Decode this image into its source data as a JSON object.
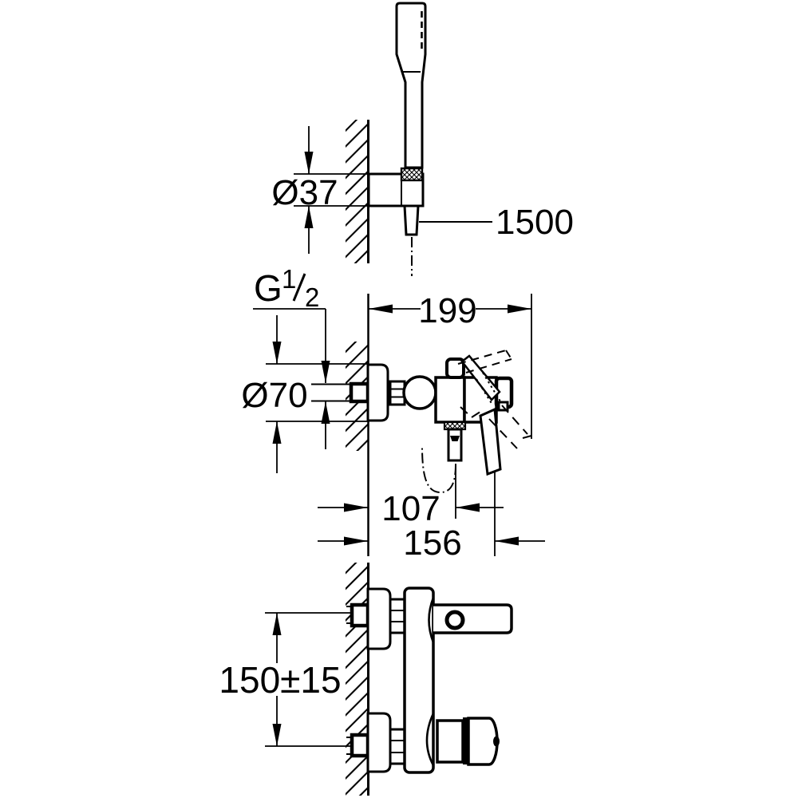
{
  "drawing": {
    "background_color": "#ffffff",
    "line_color": "#000000",
    "dimensions": {
      "holder_diameter": "Ø37",
      "hose_length": "1500",
      "total_depth": "199",
      "escutcheon_diameter": "Ø70",
      "outlet_depth": "107",
      "lever_depth": "156",
      "connection_spacing": "150±15",
      "thread": {
        "g": "G",
        "numerator": "1",
        "denominator": "2"
      }
    }
  }
}
